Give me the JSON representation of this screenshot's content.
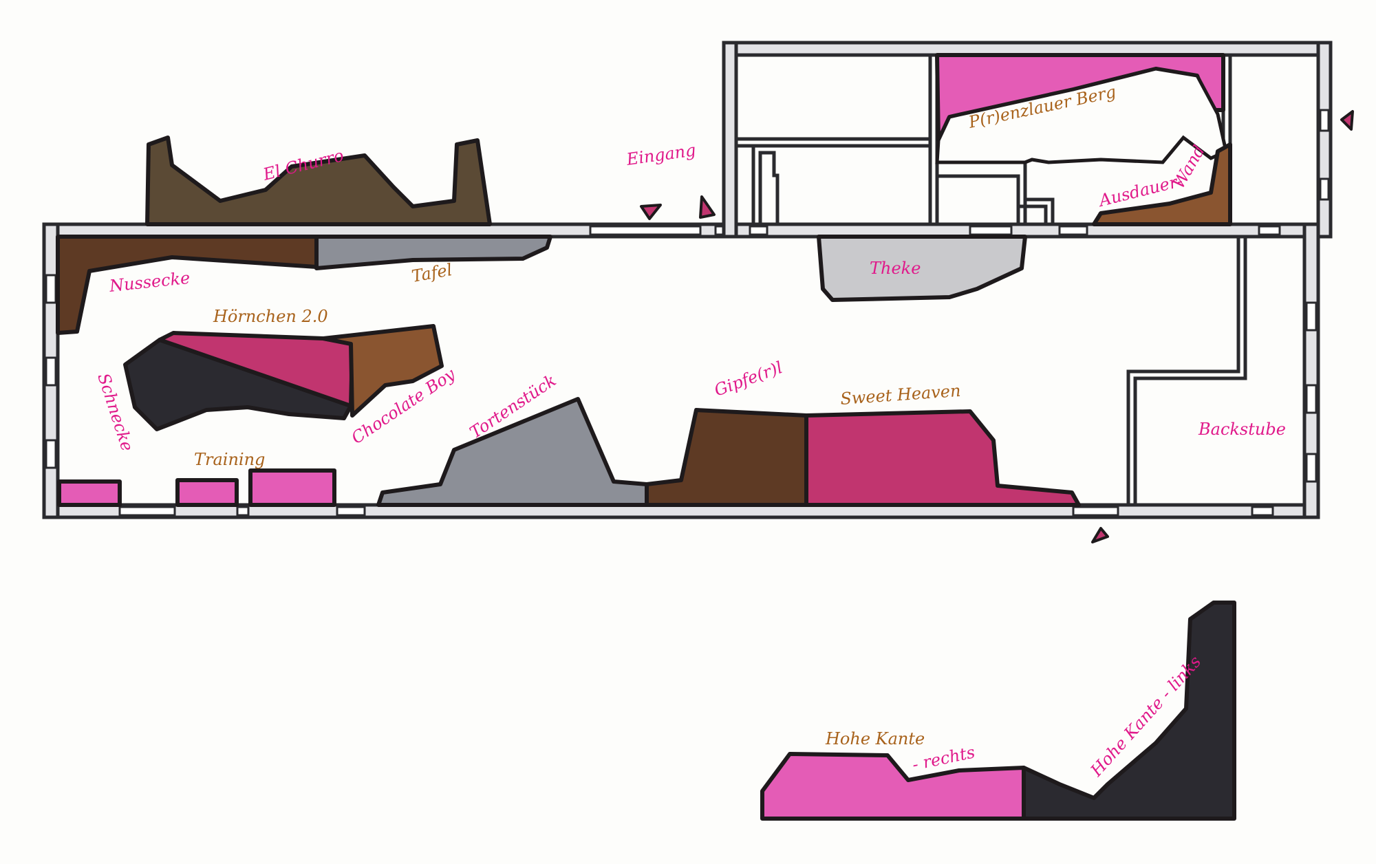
{
  "colors": {
    "pink": "#e45cb6",
    "magenta": "#c1356f",
    "brown": "#5e3a24",
    "olive_brown": "#5b4a35",
    "light_brown": "#8a5530",
    "grey": "#8c8f97",
    "light_grey": "#c9c9cc",
    "black": "#2b2a30",
    "label_pink": "#e0198a",
    "label_brown": "#a8621b"
  },
  "labels": {
    "el_churro": "El Churro",
    "eingang": "Eingang",
    "nussecke": "Nussecke",
    "tafel": "Tafel",
    "theke": "Theke",
    "prenzlauer_berg": "P(r)enzlauer Berg",
    "ausdauer": "Ausdauer-",
    "wand": "Wand",
    "hoernchen": "Hörnchen 2.0",
    "schnecke": "Schnecke",
    "chocolate_boy": "Chocolate Boy",
    "tortenstueck": "Tortenstück",
    "gipfel": "Gipfe(r)l",
    "sweet_heaven": "Sweet Heaven",
    "training": "Training",
    "backstube": "Backstube",
    "hohe_kante": "Hohe Kante",
    "rechts": "- rechts",
    "hohe_kante_links": "Hohe Kante - links"
  },
  "entrance_markers": [
    "entrance-arrow-north",
    "entrance-arrow-north-door",
    "entrance-arrow-east",
    "entrance-arrow-south"
  ]
}
